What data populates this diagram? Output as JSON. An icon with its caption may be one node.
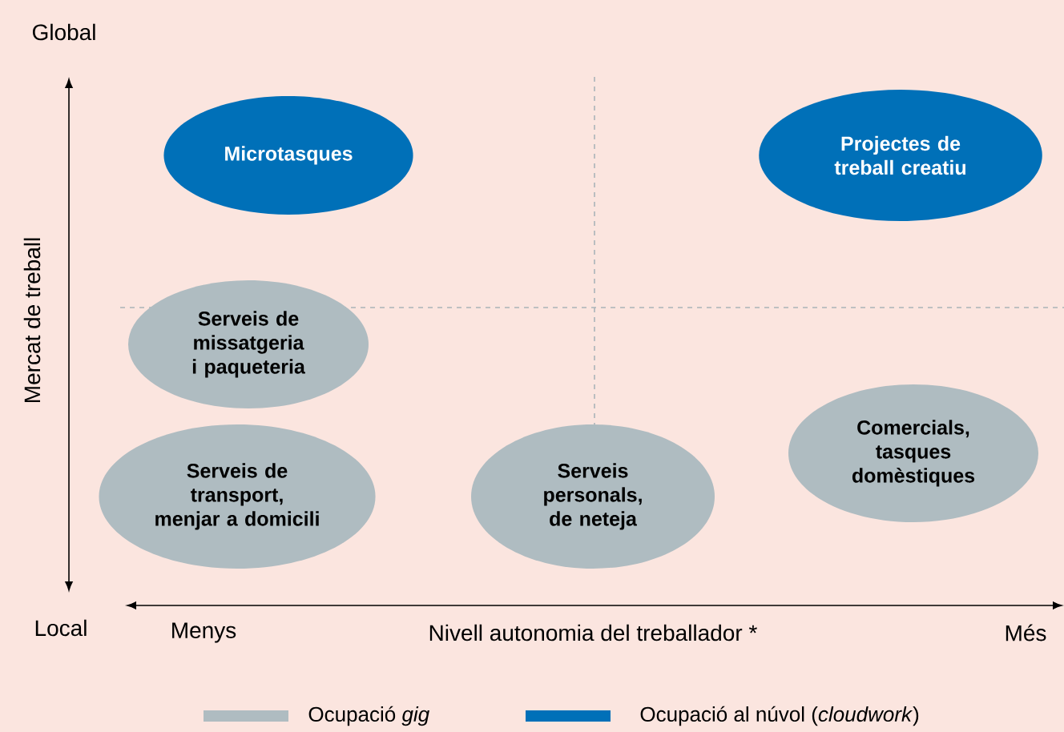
{
  "diagram": {
    "nodes": [
      {
        "text": [
          "Microtasques"
        ]
      },
      {
        "text": [
          "Projectes de treball creatiu"
        ]
      },
      {
        "text": [
          "Serveis de missatgeria i paqueteria"
        ]
      },
      {
        "text": [
          "Serveis de transport, menjar a domicili"
        ]
      },
      {
        "text": [
          "Serveis personals, de neteja"
        ]
      },
      {
        "text": [
          "Comercials, tasques domèstiques"
        ]
      }
    ],
    "labels": [
      "Global",
      "Mercat de treball",
      "Local",
      "Menys",
      "Nivell autonomia del treballador *",
      "Més"
    ],
    "legend": [
      {
        "text": "Ocupació *gig*",
        "color": "#afbcc1"
      },
      {
        "text": "Ocupació al núvol (*cloudwork*)",
        "color": "#0070b8"
      }
    ]
  }
}
